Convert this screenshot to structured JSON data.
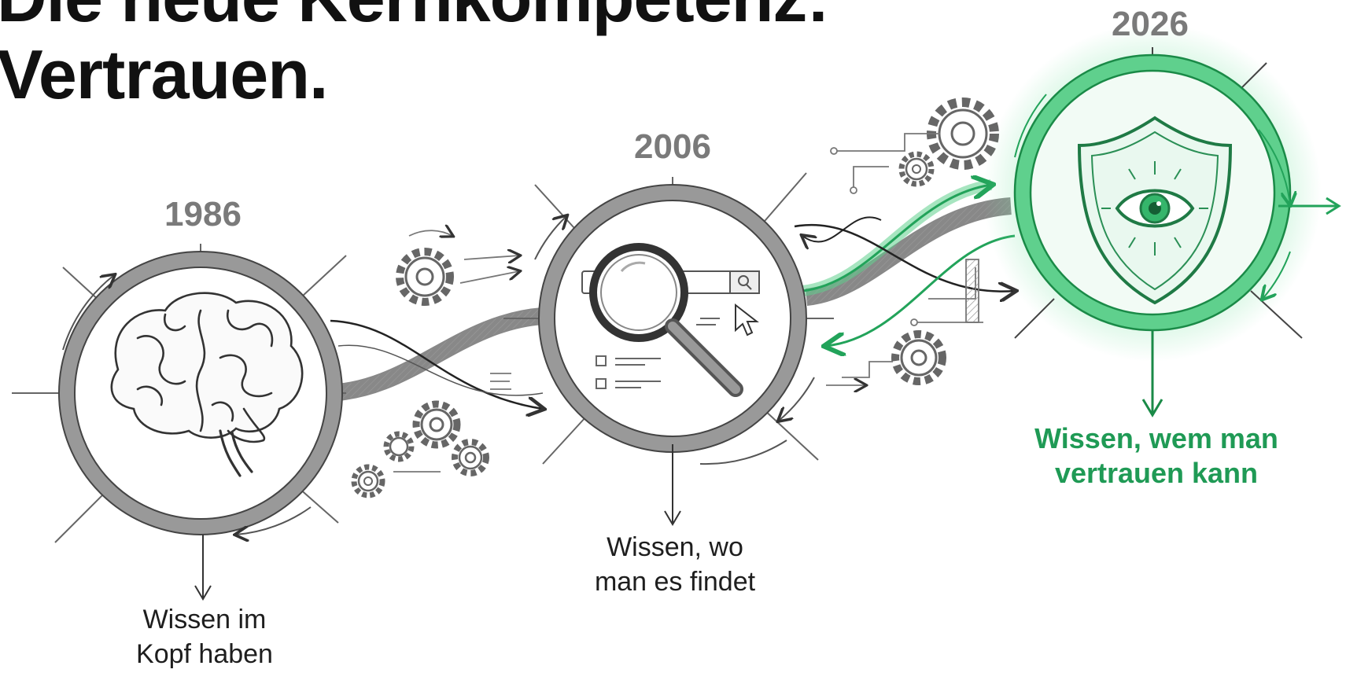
{
  "title": {
    "line1": "Die neue Kernkompetenz:",
    "line2": "Vertrauen."
  },
  "stages": [
    {
      "year": "1986",
      "label_line1": "Wissen im",
      "label_line2": "Kopf haben",
      "icon": "brain-icon"
    },
    {
      "year": "2006",
      "label_line1": "Wissen, wo",
      "label_line2": "man es findet",
      "icon": "magnifier-search-icon"
    },
    {
      "year": "2026",
      "label_line1": "Wissen, wem man",
      "label_line2": "vertrauen kann",
      "icon": "shield-eye-icon"
    }
  ],
  "colors": {
    "sketch": "#444444",
    "year": "#7a7a7a",
    "accent_green": "#22a35a",
    "glow_green": "#7be3a4"
  }
}
